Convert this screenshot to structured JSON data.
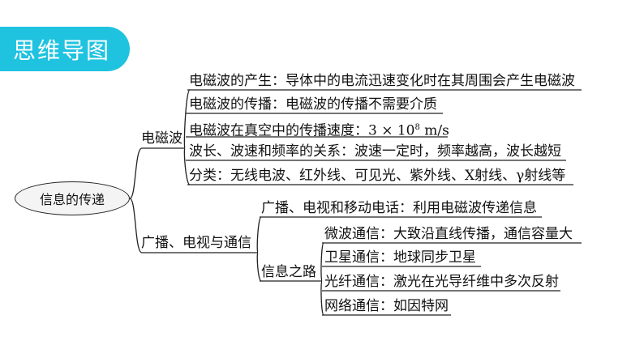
{
  "header": {
    "title": "思维导图"
  },
  "mindmap": {
    "root": "信息的传递",
    "branch1": {
      "label": "电磁波",
      "items": [
        "电磁波的产生：导体中的电流迅速变化时在其周围会产生电磁波",
        "电磁波的传播：电磁波的传播不需要介质",
        "电磁波在真空中的传播速度：",
        "波长、波速和频率的关系：波速一定时，频率越高，波长越短",
        "分类：无线电波、红外线、可见光、紫外线、X射线、γ射线等"
      ],
      "speed": {
        "mantissa": "3 × 10",
        "exponent": "8",
        "unit": " m/s"
      }
    },
    "branch2": {
      "label": "广播、电视与通信",
      "item1": "广播、电视和移动电话：利用电磁波传递信息",
      "sub": {
        "label": "信息之路",
        "items": [
          "微波通信：大致沿直线传播，通信容量大",
          "卫星通信：地球同步卫星",
          "光纤通信：激光在光导纤维中多次反射",
          "网络通信：如因特网"
        ]
      }
    }
  }
}
